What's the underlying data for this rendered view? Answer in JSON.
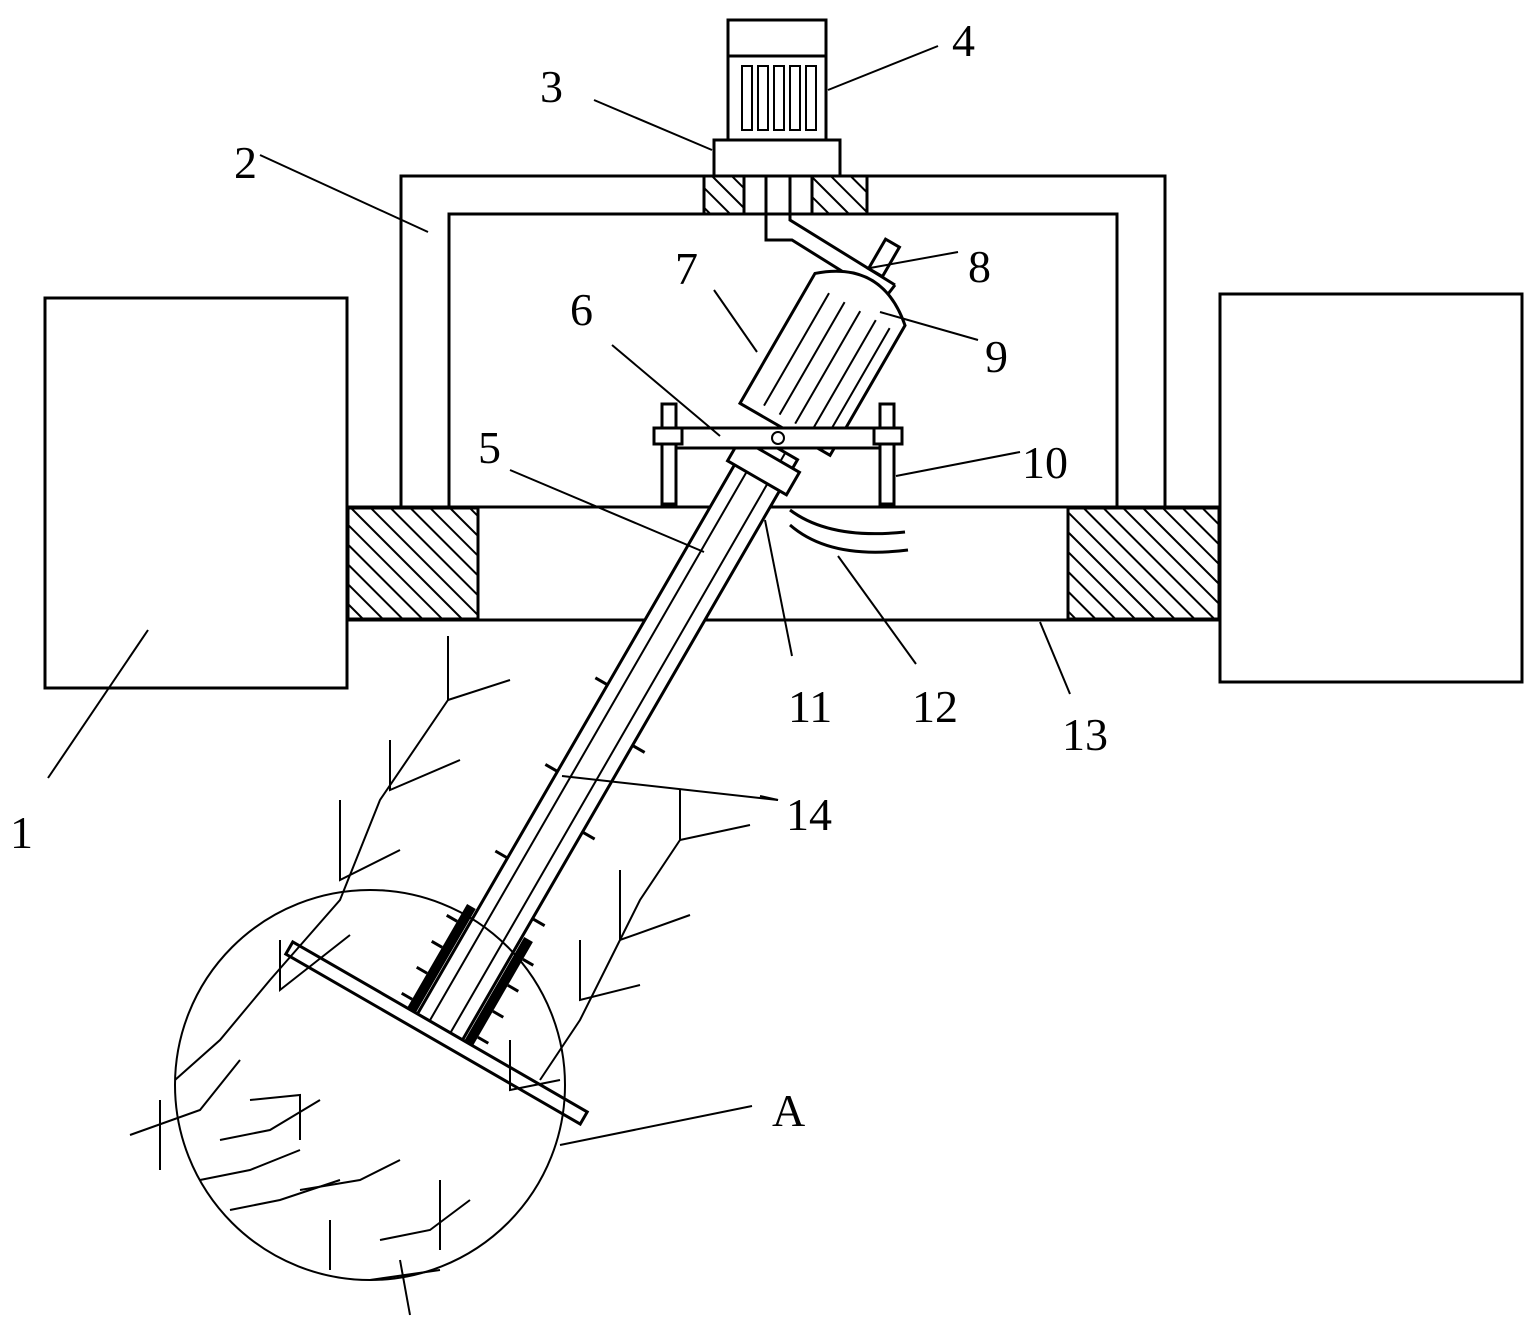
{
  "labels": {
    "l1": "1",
    "l2": "2",
    "l3": "3",
    "l4": "4",
    "l5": "5",
    "l6": "6",
    "l7": "7",
    "l8": "8",
    "l9": "9",
    "l10": "10",
    "l11": "11",
    "l12": "12",
    "l13": "13",
    "l14": "14",
    "lA": "A"
  }
}
